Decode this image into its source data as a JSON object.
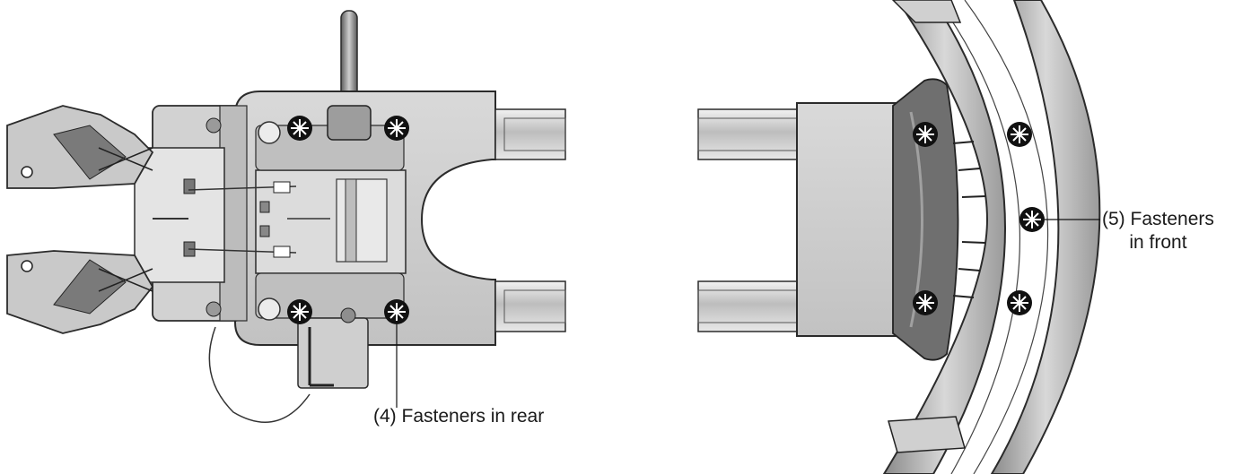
{
  "callouts": {
    "rear": "(4) Fasteners in rear",
    "front_line1": "(5) Fasteners",
    "front_line2": "in front"
  },
  "colors": {
    "housing_light": "#cfcfcf",
    "housing_mid": "#a9a9a9",
    "housing_dark": "#6e6e6e",
    "outline": "#2b2b2b",
    "fastener_head": "#111111",
    "fastener_star": "#ffffff"
  }
}
